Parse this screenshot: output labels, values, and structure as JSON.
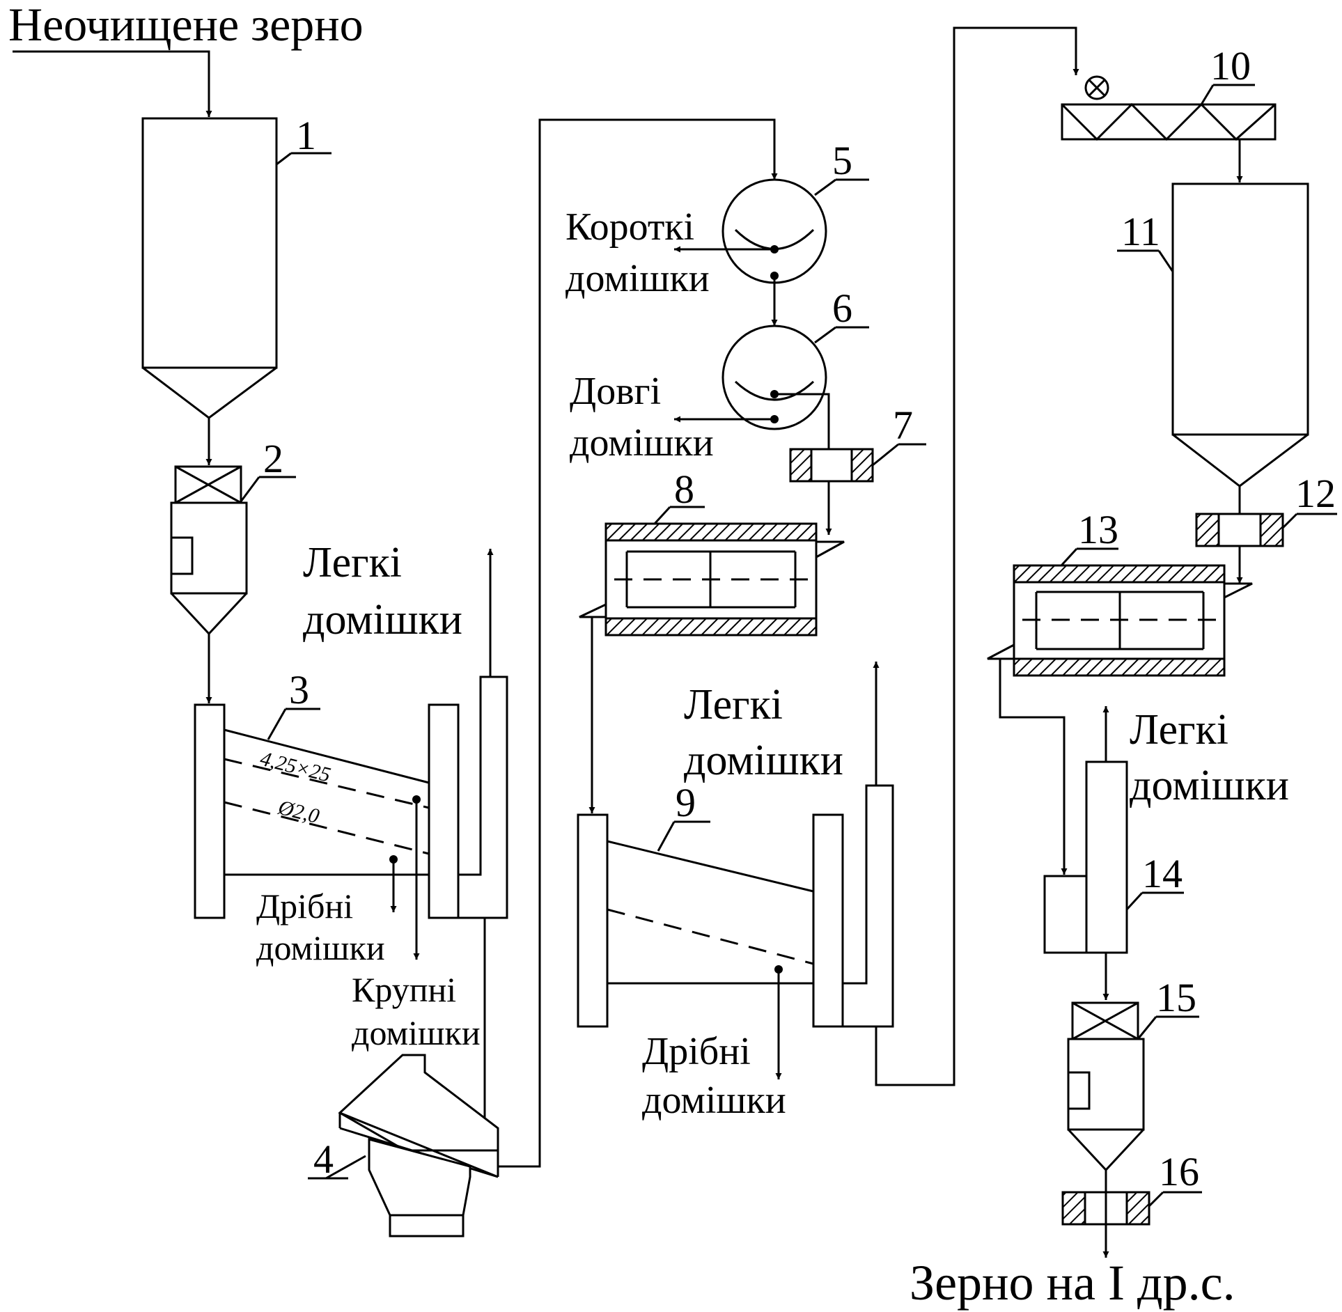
{
  "labels": {
    "input": "Неочищене зерно",
    "output": "Зерно на I др.с.",
    "light_1": [
      "Легкі",
      "домішки"
    ],
    "light_2": [
      "Легкі",
      "домішки"
    ],
    "light_3": [
      "Легкі",
      "домішки"
    ],
    "fine_1": [
      "Дрібні",
      "домішки"
    ],
    "fine_2": [
      "Дрібні",
      "домішки"
    ],
    "coarse": [
      "Крупні",
      "домішки"
    ],
    "short": [
      "Короткі",
      "домішки"
    ],
    "long": [
      "Довгі",
      "домішки"
    ]
  },
  "sieve_sizes": {
    "upper": "4,25×25",
    "lower": "Ø2,0"
  },
  "equipment_numbers": [
    "1",
    "2",
    "3",
    "4",
    "5",
    "6",
    "7",
    "8",
    "9",
    "10",
    "11",
    "12",
    "13",
    "14",
    "15",
    "16"
  ]
}
